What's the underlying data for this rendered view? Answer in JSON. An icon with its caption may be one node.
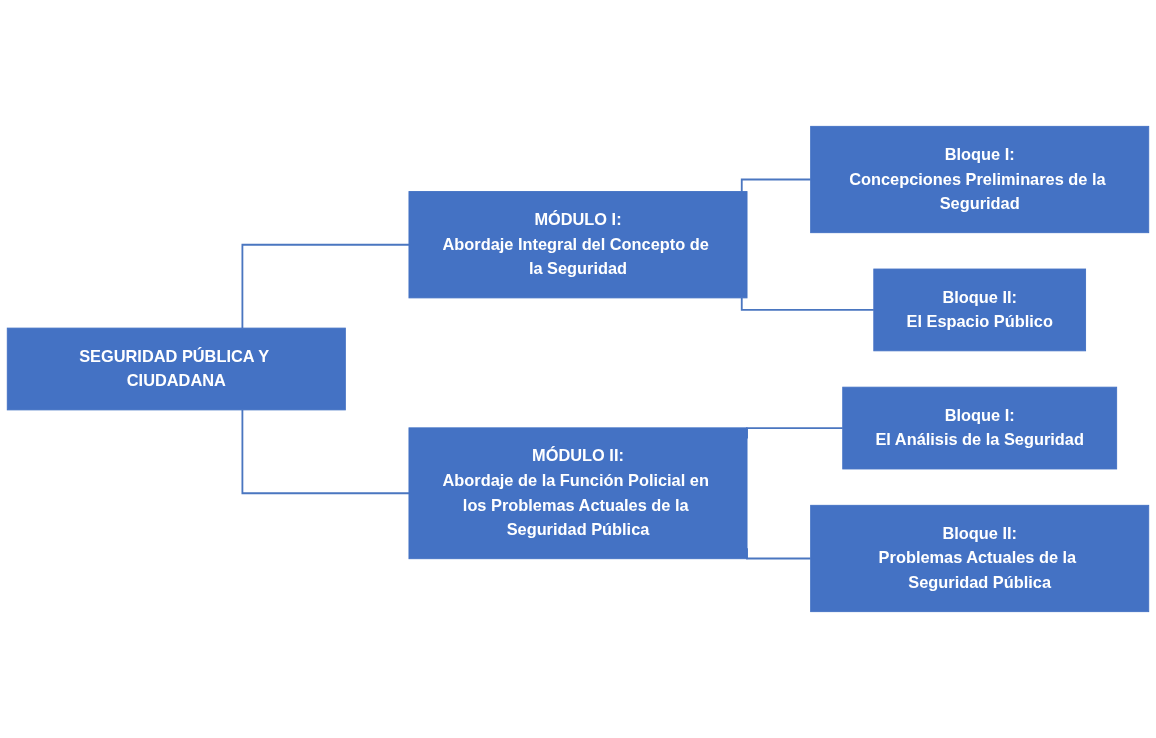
{
  "diagram": {
    "nodes": [
      {
        "text": [
          "SEGURIDAD PÚBLICA Y CIUDADANA"
        ]
      },
      {
        "text": [
          "MÓDULO I:",
          "Abordaje Integral del Concepto de la Seguridad"
        ]
      },
      {
        "text": [
          "Bloque I:",
          "Concepciones Preliminares de la Seguridad"
        ]
      },
      {
        "text": [
          "Bloque II:",
          "El Espacio Público"
        ]
      },
      {
        "text": [
          "MÓDULO II:",
          "Abordaje de la Función Policial en los Problemas Actuales de la Seguridad Pública"
        ]
      },
      {
        "text": [
          "Bloque I:",
          "El Análisis de la Seguridad"
        ]
      },
      {
        "text": [
          "Bloque II:",
          "Problemas Actuales de la Seguridad Pública"
        ]
      }
    ],
    "edges": [
      {
        "from": 0,
        "to": 1,
        "arrow": "none"
      },
      {
        "from": 0,
        "to": 4,
        "arrow": "none"
      },
      {
        "from": 1,
        "to": 2,
        "arrow": "none"
      },
      {
        "from": 1,
        "to": 3,
        "arrow": "none"
      },
      {
        "from": 4,
        "to": 5,
        "arrow": "none"
      },
      {
        "from": 4,
        "to": 6,
        "arrow": "none"
      }
    ]
  }
}
